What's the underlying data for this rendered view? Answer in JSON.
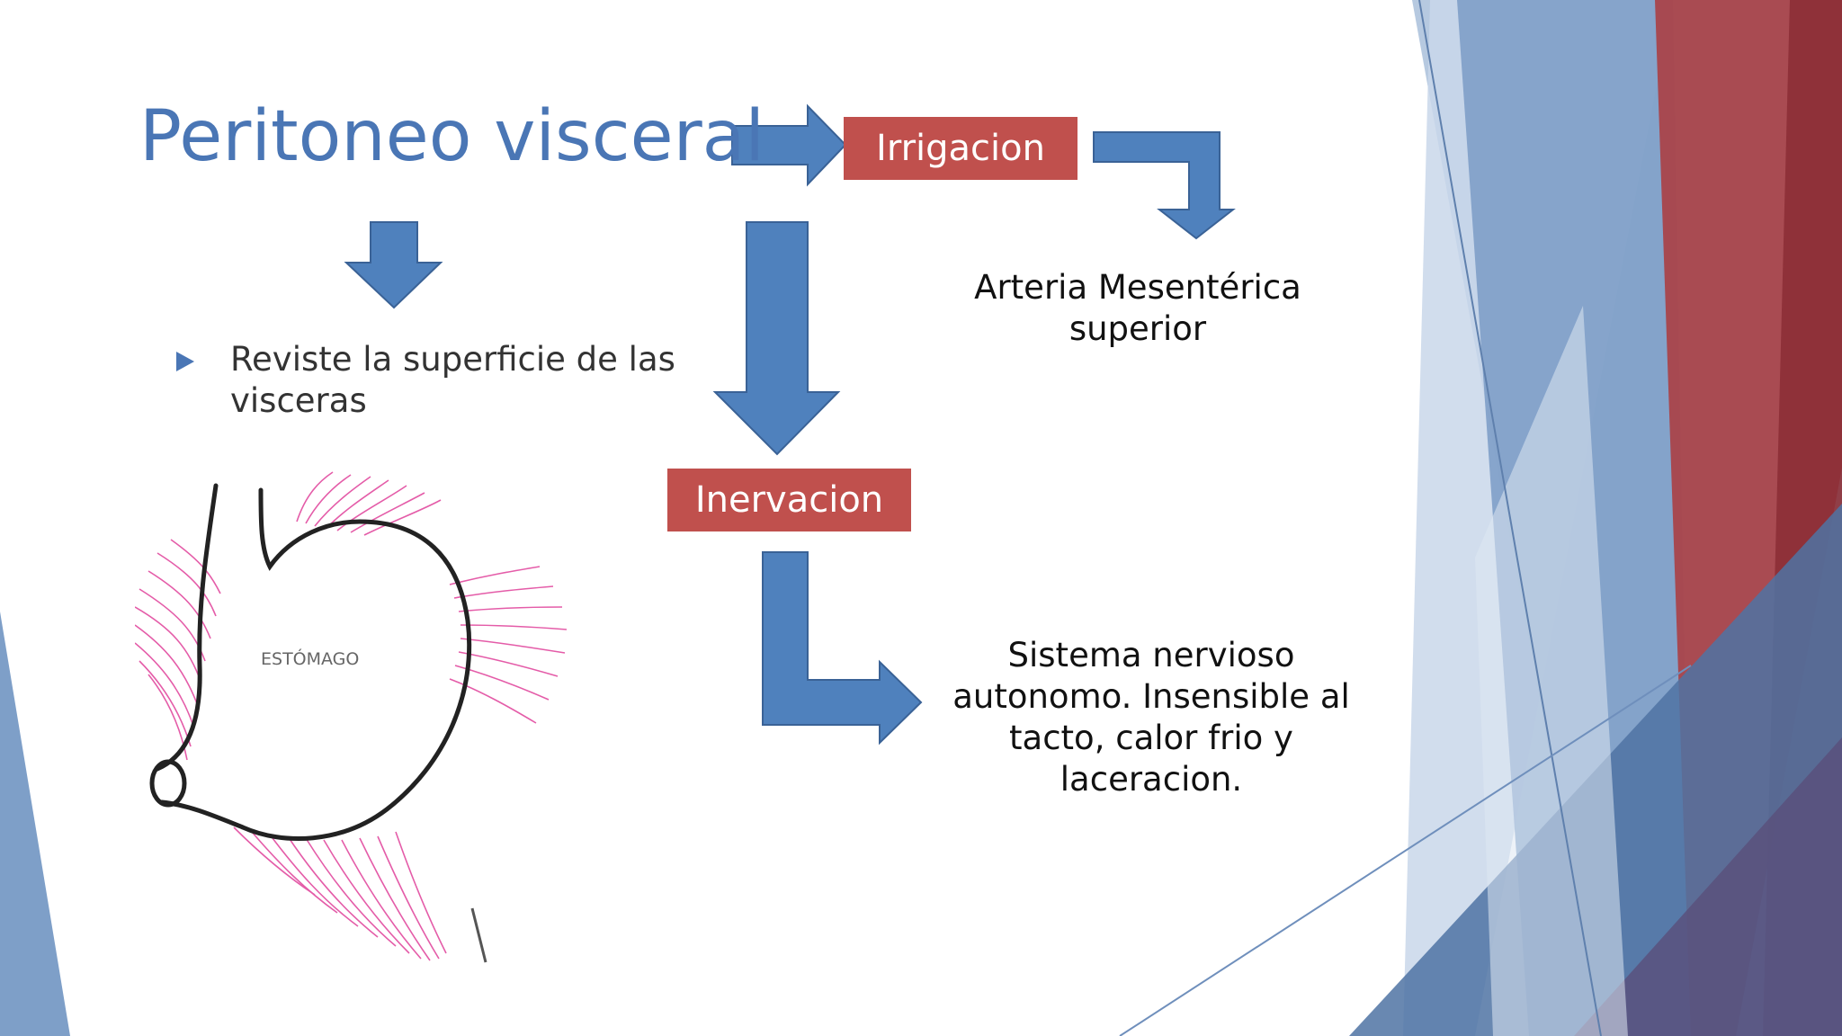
{
  "slide": {
    "title": "Peritoneo visceral",
    "bullet": "Reviste la superficie de las visceras",
    "irrigacion_label": "Irrigacion",
    "inervacion_label": "Inervacion",
    "arteria_text": "Arteria Mesentérica superior",
    "sistema_text": "Sistema nervioso autonomo. Insensible al tacto, calor frio y laceracion.",
    "illustration_label": "ESTÓMAGO"
  },
  "colors": {
    "title": "#4a76b5",
    "arrow": "#4f81bd",
    "arrow_stroke": "#3a6296",
    "box": "#c0504d",
    "fibers": "#e0409a"
  },
  "icons": {
    "bullet": "triangle-bullet-icon"
  }
}
